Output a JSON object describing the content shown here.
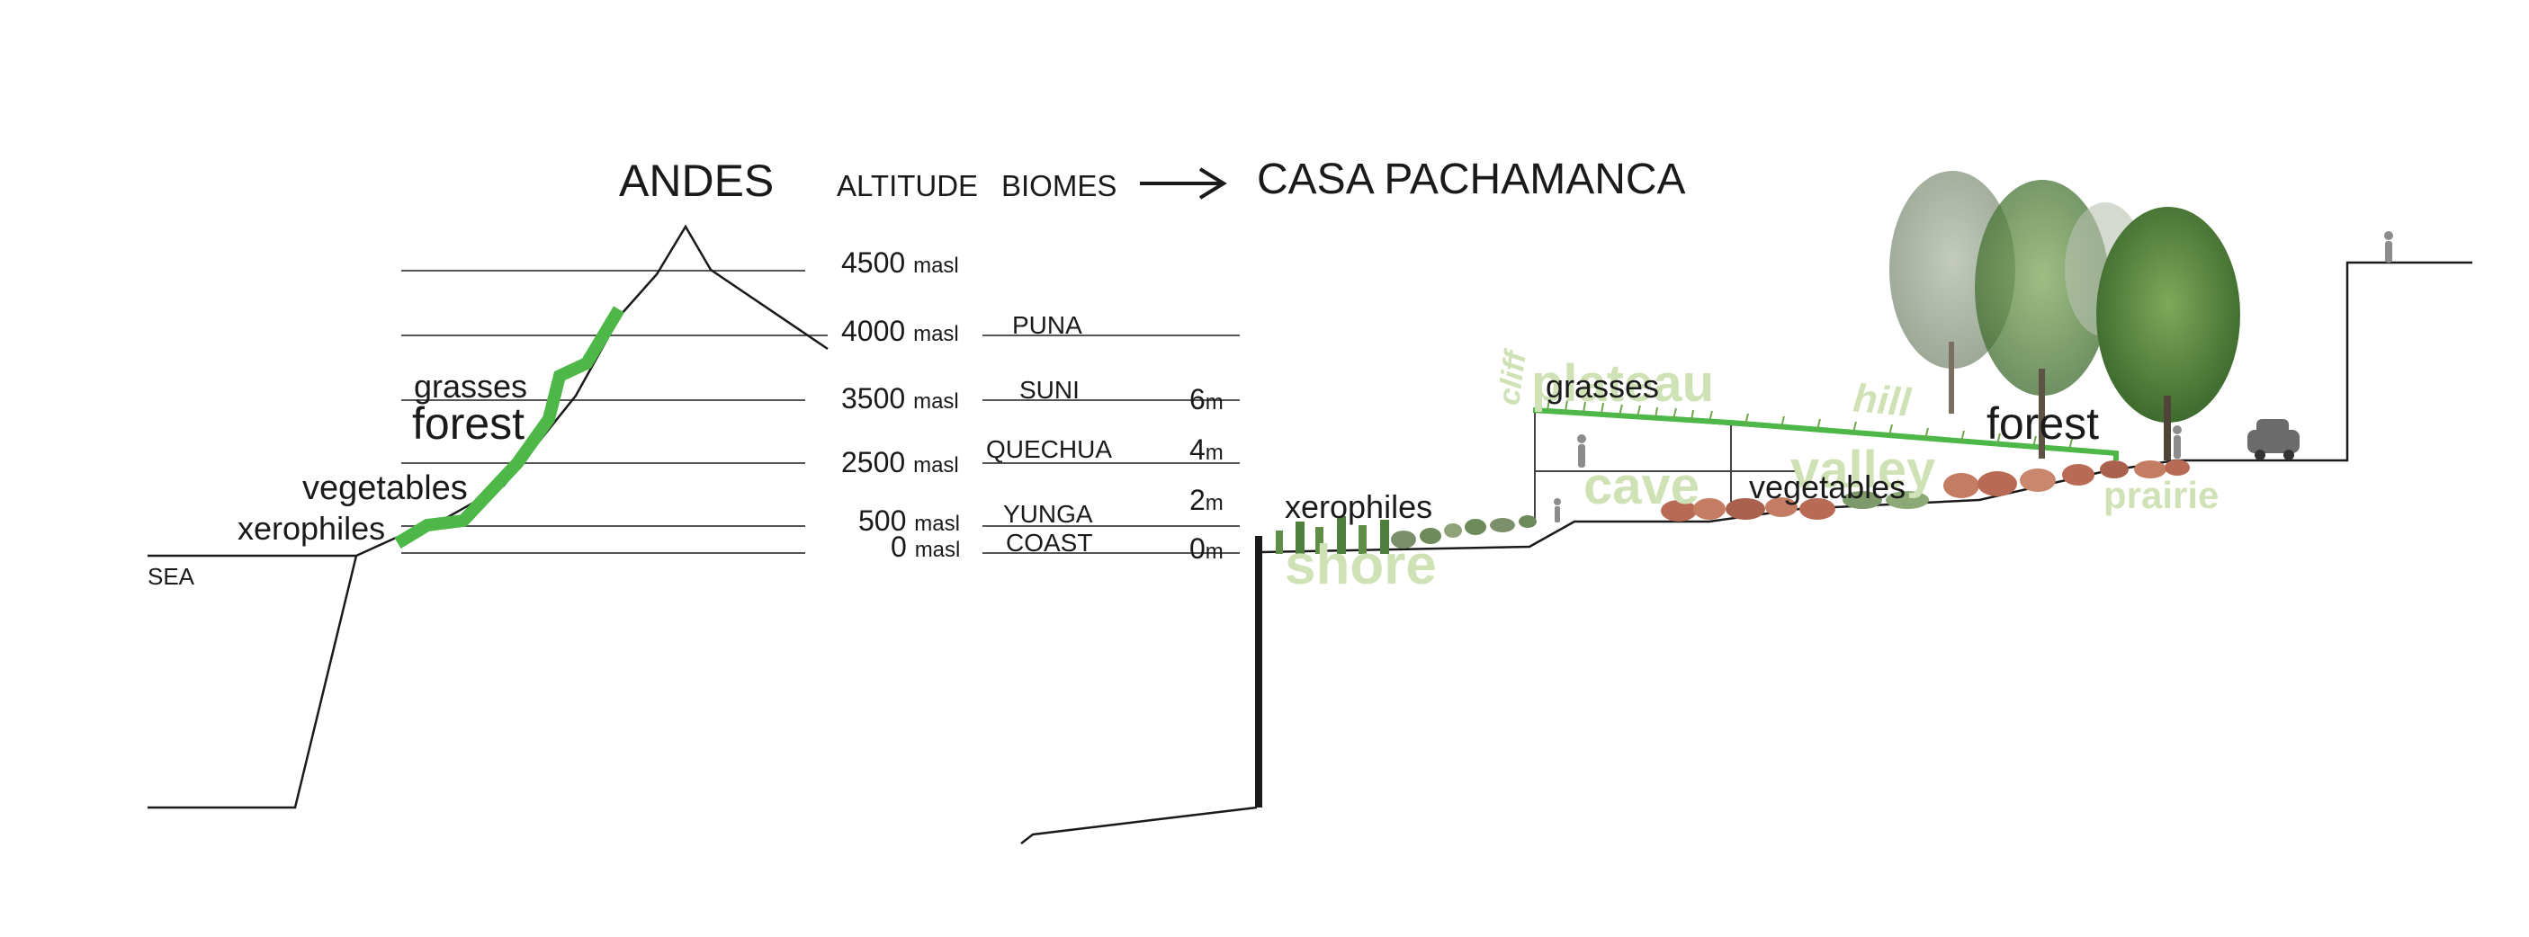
{
  "header": {
    "andes": "ANDES",
    "altitude": "ALTITUDE",
    "biomes": "BIOMES",
    "arrow_icon": "right-arrow-icon",
    "casa": "CASA PACHAMANCA"
  },
  "andes_section": {
    "sea": "SEA",
    "labels": [
      "grasses",
      "forest",
      "vegetables",
      "xerophiles"
    ]
  },
  "altitudes": [
    {
      "value": "4500",
      "unit": "masl"
    },
    {
      "value": "4000",
      "unit": "masl"
    },
    {
      "value": "3500",
      "unit": "masl"
    },
    {
      "value": "2500",
      "unit": "masl"
    },
    {
      "value": "500",
      "unit": "masl"
    },
    {
      "value": "0",
      "unit": "masl"
    }
  ],
  "biomes": [
    "PUNA",
    "SUNI",
    "QUECHUA",
    "YUNGA",
    "COAST"
  ],
  "meters": [
    {
      "value": "6",
      "unit": "m"
    },
    {
      "value": "4",
      "unit": "m"
    },
    {
      "value": "2",
      "unit": "m"
    },
    {
      "value": "0",
      "unit": "m"
    }
  ],
  "casa_section": {
    "labels": [
      "xerophiles",
      "grasses",
      "vegetables",
      "forest"
    ],
    "zones": [
      "shore",
      "cliff",
      "plateau",
      "cave",
      "hill",
      "valley",
      "prairie"
    ]
  },
  "colors": {
    "vegetation_green": "#4db848",
    "zone_text": "#cfe2b6",
    "line": "#222222"
  }
}
